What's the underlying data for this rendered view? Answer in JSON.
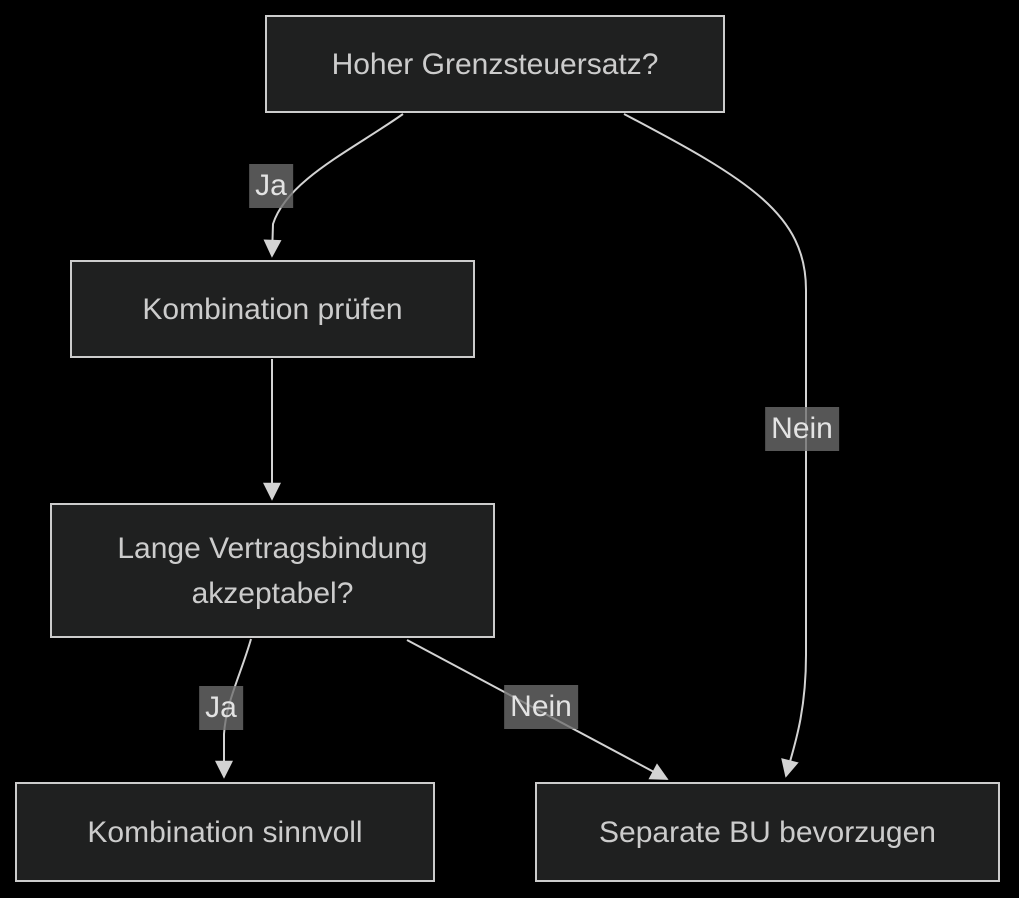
{
  "diagram": {
    "nodes": [
      {
        "label": "Hoher Grenzsteuersatz?"
      },
      {
        "label": "Kombination prüfen"
      },
      {
        "label": "Lange Vertragsbindung akzeptabel?"
      },
      {
        "label": "Kombination sinnvoll"
      },
      {
        "label": "Separate BU bevorzugen"
      }
    ],
    "edge_labels": [
      {
        "text": "Ja"
      },
      {
        "text": "Nein"
      },
      {
        "text": "Ja"
      },
      {
        "text": "Nein"
      }
    ],
    "colors": {
      "background": "#000000",
      "node_fill": "#1f2020",
      "node_border": "#cccccc",
      "node_text": "#cccccc",
      "edge": "#d3d3d3",
      "label_bg": "rgba(110,110,110,0.78)",
      "label_text": "#e3e3e3"
    }
  }
}
